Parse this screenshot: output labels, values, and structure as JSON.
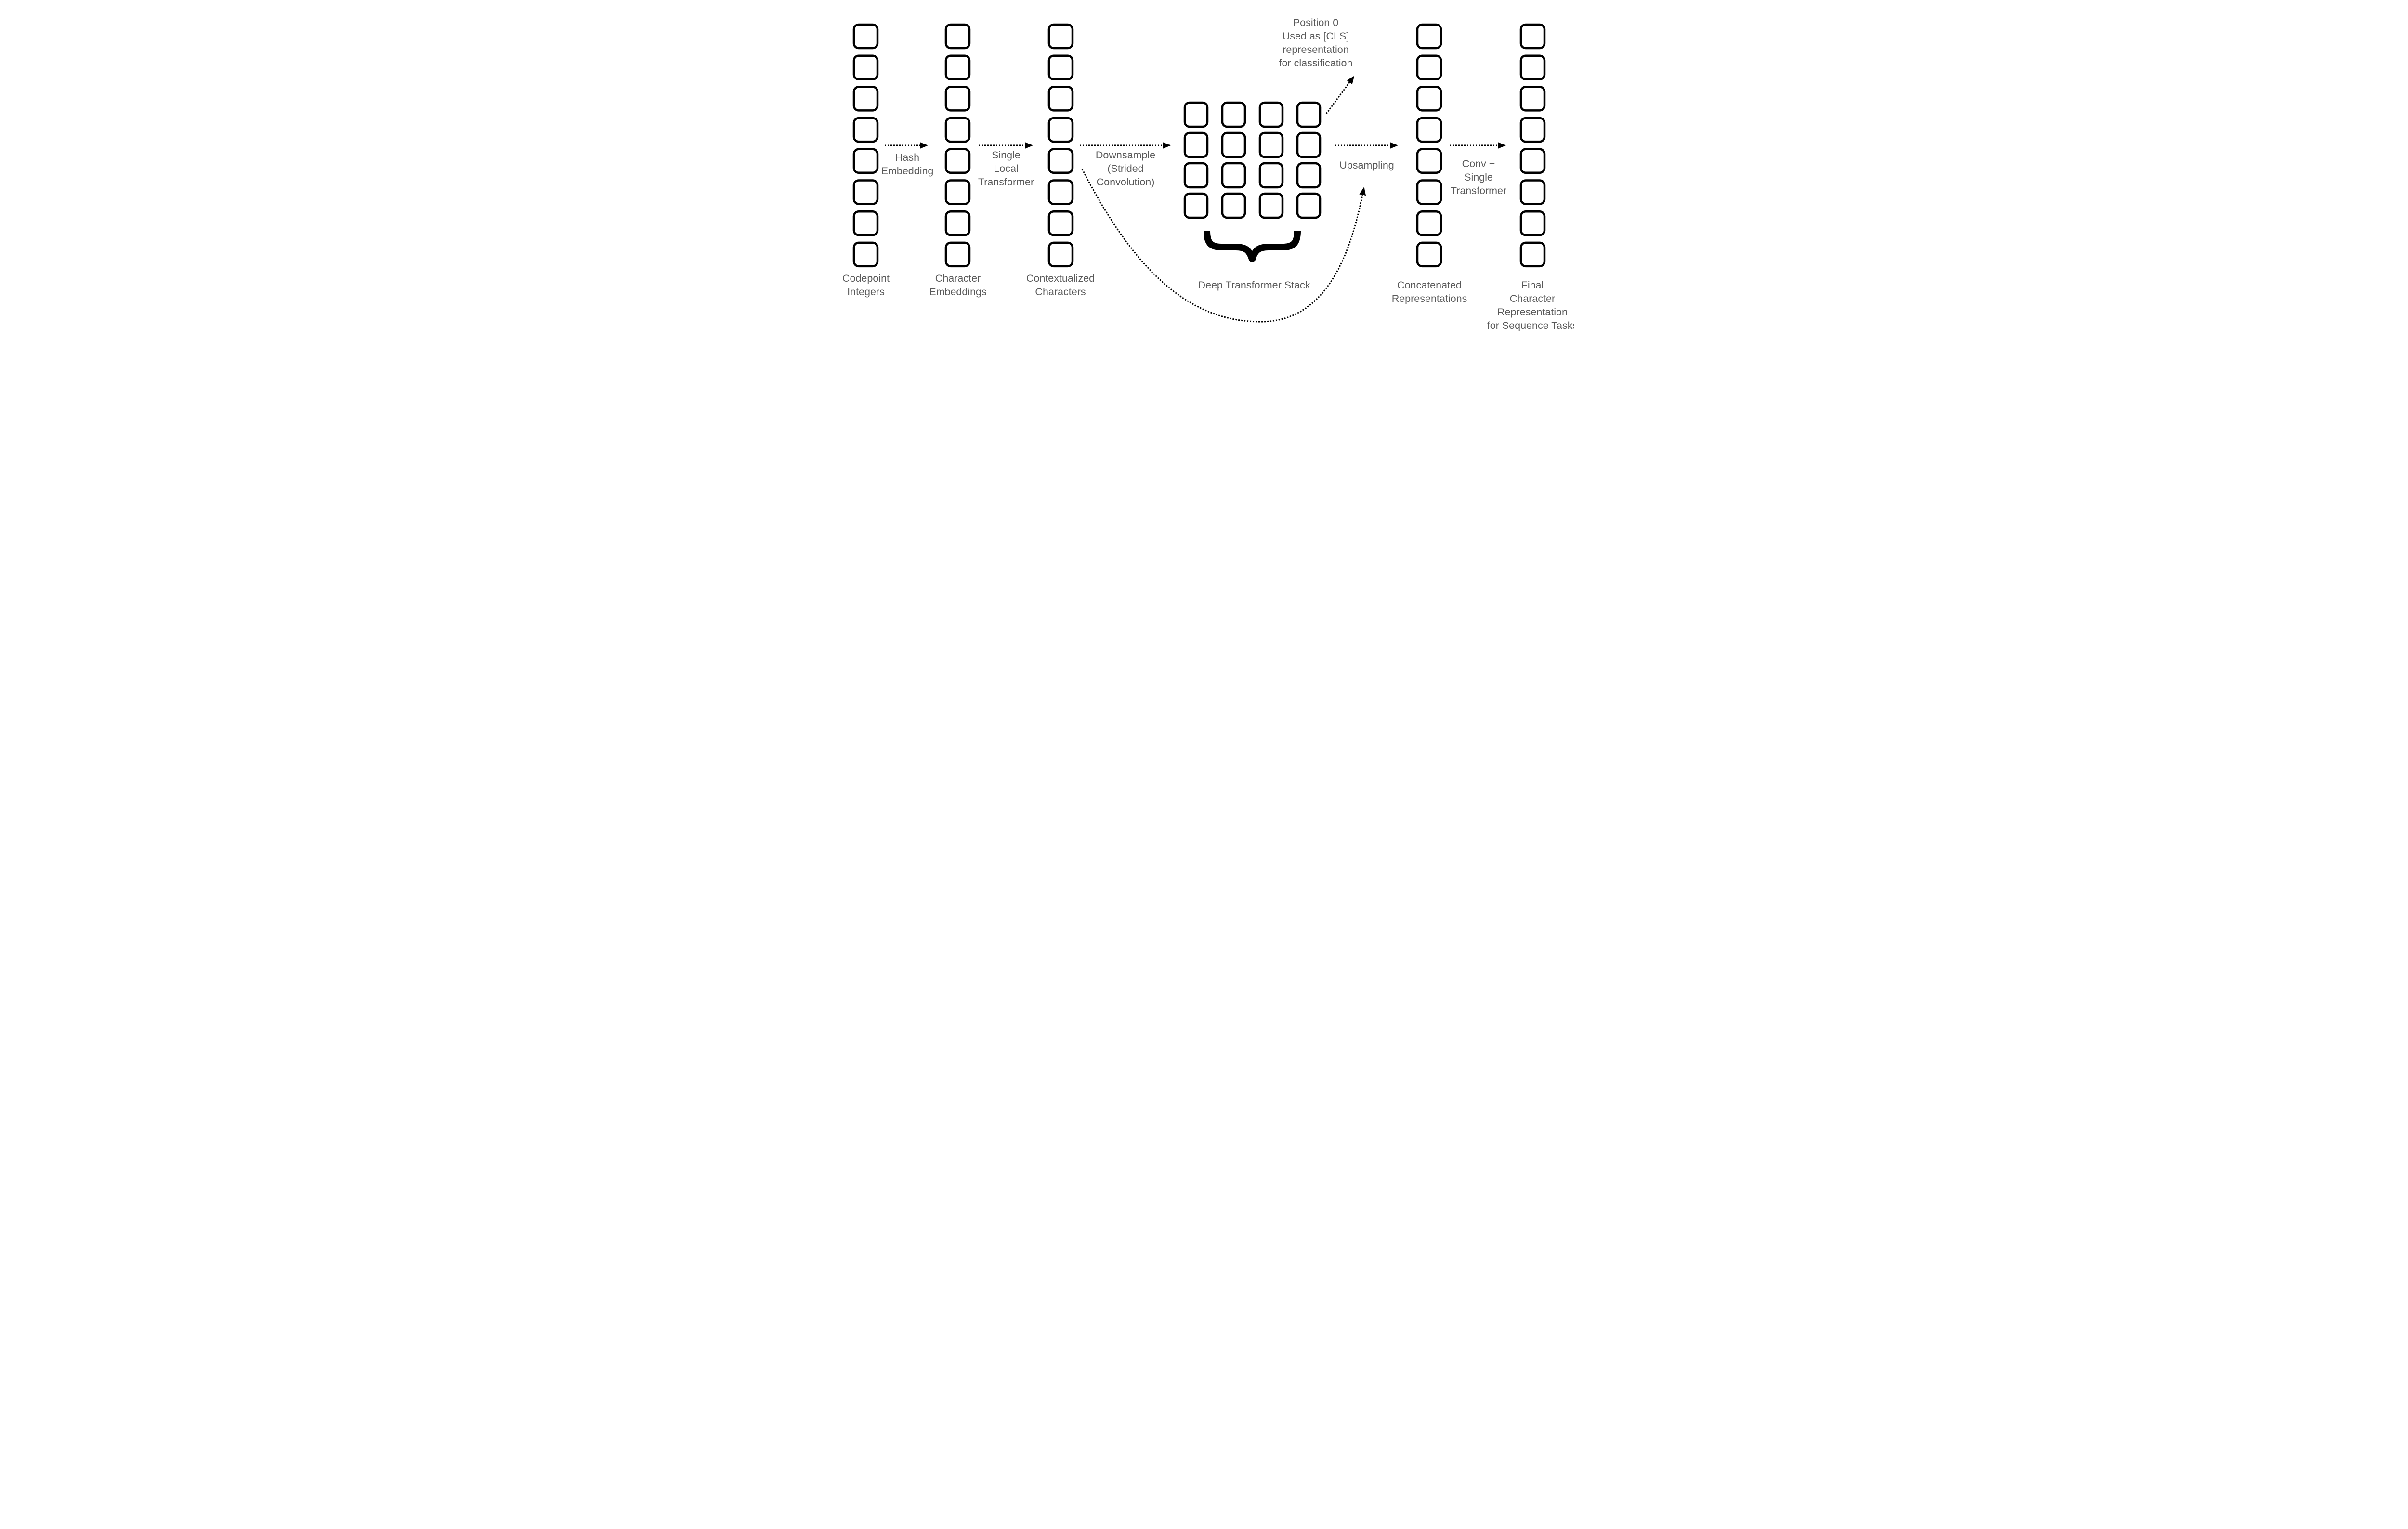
{
  "figure": {
    "description_label": "Character-level transformer architecture diagram"
  },
  "colors": {
    "text": "#595959",
    "line": "#000000",
    "cell_fill": "#ffffff"
  },
  "columns": [
    {
      "id": "codepoint-integers",
      "squares": 8,
      "label_lines": [
        "Codepoint",
        "Integers"
      ]
    },
    {
      "id": "character-embeddings",
      "squares": 8,
      "label_lines": [
        "Character",
        "Embeddings"
      ]
    },
    {
      "id": "contextualized-characters",
      "squares": 8,
      "label_lines": [
        "Contextualized",
        "Characters"
      ]
    },
    {
      "id": "concatenated-representations",
      "squares": 8,
      "label_lines": [
        "Concatenated",
        "Representations"
      ]
    },
    {
      "id": "final-character-representation",
      "squares": 8,
      "label_lines": [
        "Final",
        "Character",
        "Representation",
        "for Sequence Tasks"
      ]
    }
  ],
  "grid": {
    "rows": 4,
    "cols": 4,
    "label": "Deep Transformer Stack"
  },
  "arrows": [
    {
      "id": "hash-embedding",
      "label_lines": [
        "Hash",
        "Embedding"
      ]
    },
    {
      "id": "single-local-transformer",
      "label_lines": [
        "Single",
        "Local",
        "Transformer"
      ]
    },
    {
      "id": "downsample",
      "label_lines": [
        "Downsample",
        "(Strided",
        "Convolution)"
      ]
    },
    {
      "id": "upsampling",
      "label_lines": [
        "Upsampling"
      ]
    },
    {
      "id": "conv-single-transformer",
      "label_lines": [
        "Conv +",
        "Single",
        "Transformer"
      ]
    }
  ],
  "annotations": {
    "cls_lines": [
      "Position 0",
      "Used as [CLS]",
      "representation",
      "for classification"
    ]
  }
}
